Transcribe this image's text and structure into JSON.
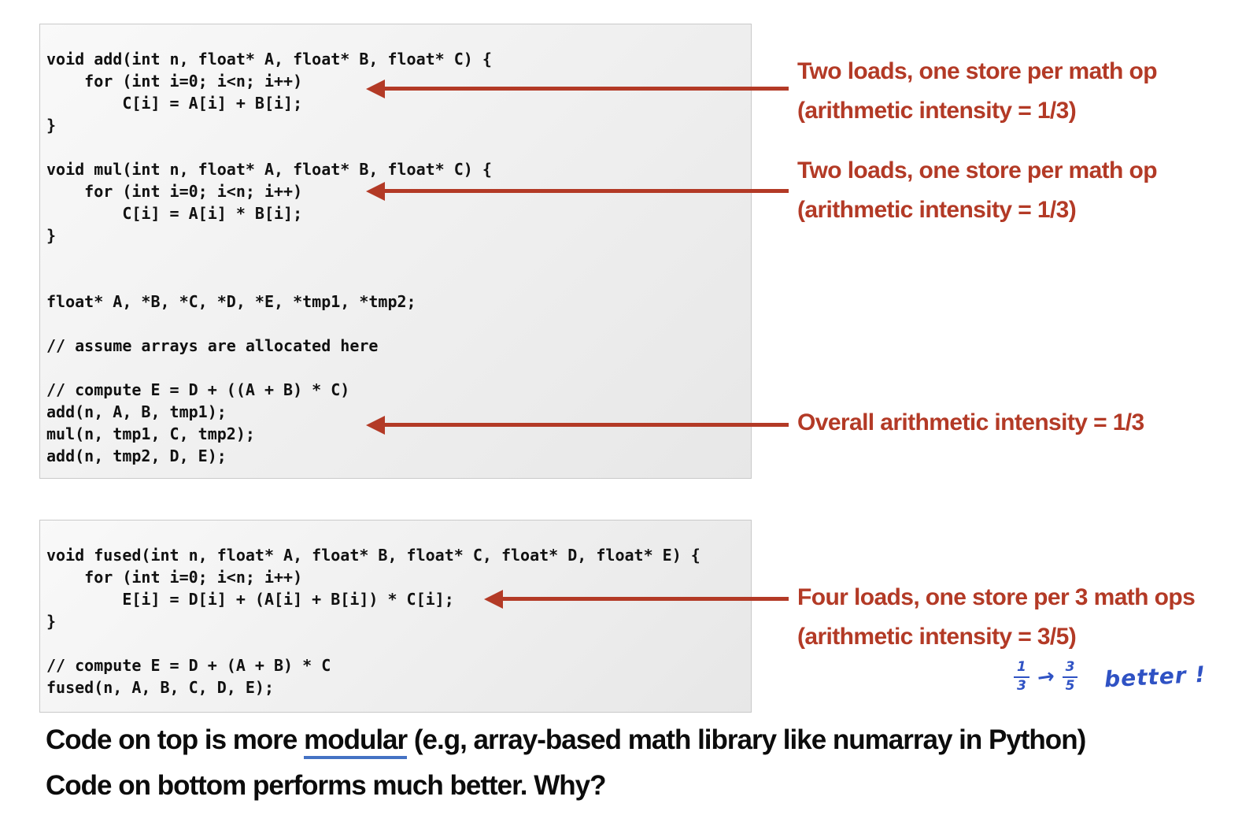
{
  "colors": {
    "accent_red": "#b33a26",
    "hand_blue": "#2f52c4",
    "underline_blue": "#4472c4"
  },
  "top_code": {
    "lines": [
      "void add(int n, float* A, float* B, float* C) {",
      "    for (int i=0; i<n; i++)",
      "        C[i] = A[i] + B[i];",
      "}",
      "",
      "void mul(int n, float* A, float* B, float* C) {",
      "    for (int i=0; i<n; i++)",
      "        C[i] = A[i] * B[i];",
      "}",
      "",
      "",
      "float* A, *B, *C, *D, *E, *tmp1, *tmp2;",
      "",
      "// assume arrays are allocated here",
      "",
      "// compute E = D + ((A + B) * C)",
      "add(n, A, B, tmp1);",
      "mul(n, tmp1, C, tmp2);",
      "add(n, tmp2, D, E);"
    ]
  },
  "bottom_code": {
    "lines": [
      "void fused(int n, float* A, float* B, float* C, float* D, float* E) {",
      "    for (int i=0; i<n; i++)",
      "        E[i] = D[i] + (A[i] + B[i]) * C[i];",
      "}",
      "",
      "// compute E = D + (A + B) * C",
      "fused(n, A, B, C, D, E);"
    ]
  },
  "annotations": {
    "add": {
      "line1": "Two loads, one store per math op",
      "line2": "(arithmetic intensity = 1/3)"
    },
    "mul": {
      "line1": "Two loads, one store per math op",
      "line2": "(arithmetic intensity = 1/3)"
    },
    "overall": {
      "line1": "Overall arithmetic intensity = 1/3"
    },
    "fused": {
      "line1": "Four loads, one store per 3 math ops",
      "line2": "(arithmetic intensity = 3/5)"
    }
  },
  "handwritten": {
    "from_numerator": "1",
    "from_denominator": "3",
    "arrow": "→",
    "to_numerator": "3",
    "to_denominator": "5",
    "note": "better !"
  },
  "footer": {
    "line1_part1": "Code on top is more ",
    "line1_underlined": "modular",
    "line1_part2": " (e.g, array-based math library like numarray in Python)",
    "line2": "Code on bottom performs much better. Why?"
  }
}
